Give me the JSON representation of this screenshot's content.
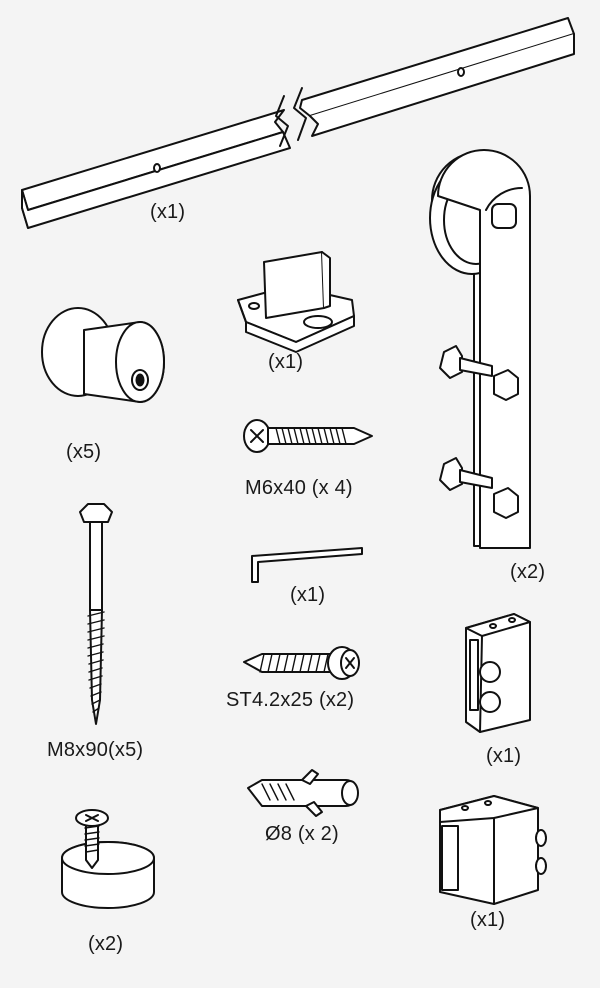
{
  "labels": {
    "track": "(x1)",
    "spacer": "(x5)",
    "floor_guide": "(x1)",
    "hanger": "(x2)",
    "screw_m6": "M6x40 (x 4)",
    "lag_bolt": "M8x90(x5)",
    "hex_key": "(x1)",
    "screw_st": "ST4.2x25 (x2)",
    "clip_top": "(x1)",
    "anchor": "Ø8 (x 2)",
    "stopper": "(x2)",
    "clip_bottom": "(x1)"
  }
}
